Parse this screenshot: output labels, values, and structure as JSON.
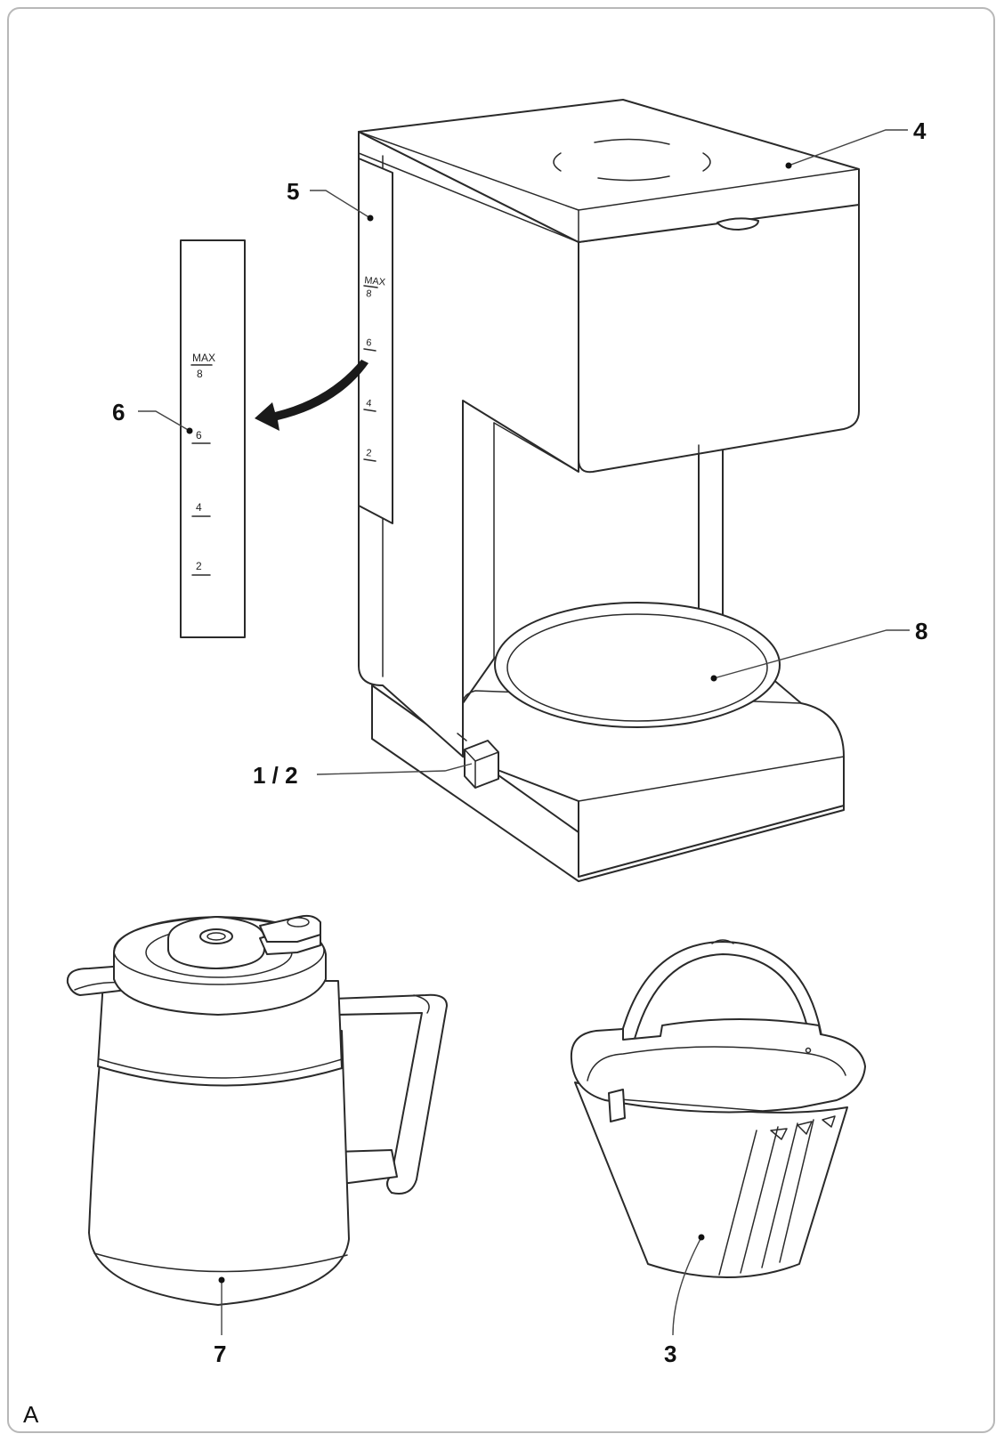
{
  "figure_letter": "A",
  "callouts": {
    "c1": "1 / 2",
    "c3": "3",
    "c4": "4",
    "c5": "5",
    "c6": "6",
    "c7": "7",
    "c8": "8"
  },
  "water_scale": {
    "max_top": "MAX",
    "max_bottom": "8",
    "mark_6": "6",
    "mark_4": "4",
    "mark_2": "2"
  },
  "colors": {
    "line": "#2a2a2a",
    "frame": "#b8b8b8"
  }
}
